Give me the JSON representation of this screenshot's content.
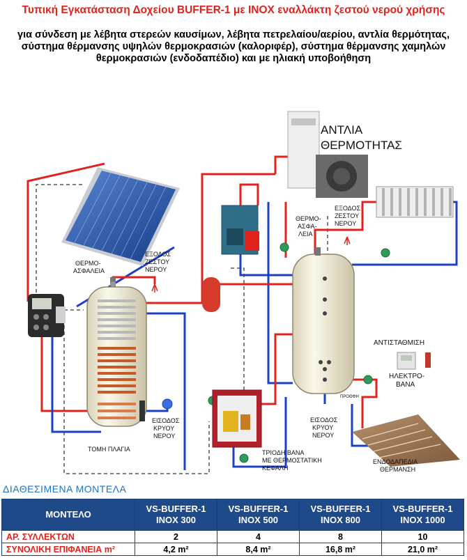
{
  "title": "Τυπική Εγκατάσταση Δοχείου BUFFER-1 με INOX εναλλάκτη ζεστού νερού χρήσης",
  "subtitle": "για σύνδεση με λέβητα στερεών καυσίμων, λέβητα πετρελαίου/αερίου, αντλία θερμότητας, σύστημα θέρμανσης υψηλών θερμοκρασιών (καλοριφέρ), σύστημα θέρμανσης χαμηλών θερμοκρασιών (ενδοδαπέδιο) και με ηλιακή υποβοήθηση",
  "diagram": {
    "labels": {
      "heat_pump_1": "ΑΝΤΛΙΑ",
      "heat_pump_2": "ΘΕΡΜΟΤΗΤΑΣ",
      "hw_out_left_1": "ΕΞΟΔΟΣ",
      "hw_out_left_2": "ΖΕΣΤΟΥ",
      "hw_out_left_3": "ΝΕΡΟΥ",
      "safety_left_1": "ΘΕΡΜΟ-",
      "safety_left_2": "ΑΣΦΑΛΕΙΑ",
      "hw_out_right_1": "ΕΞΟΔΟΣ",
      "hw_out_right_2": "ΖΕΣΤΟΥ",
      "hw_out_right_3": "ΝΕΡΟΥ",
      "safety_right_1": "ΘΕΡΜΟ-",
      "safety_right_2": "ΑΣΦΑ-",
      "safety_right_3": "ΛΕΙΑ",
      "compensation": "ΑΝΤΙΣΤΑΘΜΙΣΗ",
      "electrovalve_1": "ΗΛΕΚΤΡΟ-",
      "electrovalve_2": "ΒΑΝΑ",
      "pump": "ΠΡΟΘΦΗ",
      "cw_in_left_1": "ΕΙΣΟΔΟΣ",
      "cw_in_left_2": "ΚΡΥΟΥ",
      "cw_in_left_3": "ΝΕΡΟΥ",
      "cw_in_right_1": "ΕΙΣΟΔΟΣ",
      "cw_in_right_2": "ΚΡΥΟΥ",
      "cw_in_right_3": "ΝΕΡΟΥ",
      "cross_section": "ΤΟΜΗ ΠΛΑΓΙΑ",
      "three_way_1": "ΤΡΙΟΔΗ ΒΑΝΑ",
      "three_way_2": "ΜΕ ΘΕΡΜΟΣΤΑΤΙΚΗ",
      "three_way_3": "ΚΕΦΑΛΗ",
      "floor_heating_1": "ΕΝΔΟΔΑΠΕΔΙΑ",
      "floor_heating_2": "ΘΕΡΜΑΝΣΗ"
    },
    "colors": {
      "hot_pipe": "#e0231c",
      "cold_pipe": "#1c3fc4",
      "tank": "#f6f1dd",
      "panel": "#1e4fa8",
      "boiler": "#2f6f8a",
      "expansion": "#d63a2a"
    }
  },
  "models": {
    "heading": "ΔΙΑΘΕΣΙΜΕΝΑ ΜΟΝΤΕΛΑ",
    "header_label": "ΜΟΝΤΕΛΟ",
    "columns": [
      {
        "line1": "VS-BUFFER-1",
        "line2": "INOX 300"
      },
      {
        "line1": "VS-BUFFER-1",
        "line2": "INOX 500"
      },
      {
        "line1": "VS-BUFFER-1",
        "line2": "INOX 800"
      },
      {
        "line1": "VS-BUFFER-1",
        "line2": "INOX 1000"
      }
    ],
    "rows": [
      {
        "label": "ΑΡ. ΣΥΛΛΕΚΤΩΝ",
        "values": [
          "2",
          "4",
          "8",
          "10"
        ]
      },
      {
        "label": "ΣΥΝΟΛΙΚΗ ΕΠΙΦΑΝΕΙΑ m²",
        "values": [
          "4,2 m²",
          "8,4 m²",
          "16,8 m²",
          "21,0 m²"
        ]
      }
    ]
  }
}
